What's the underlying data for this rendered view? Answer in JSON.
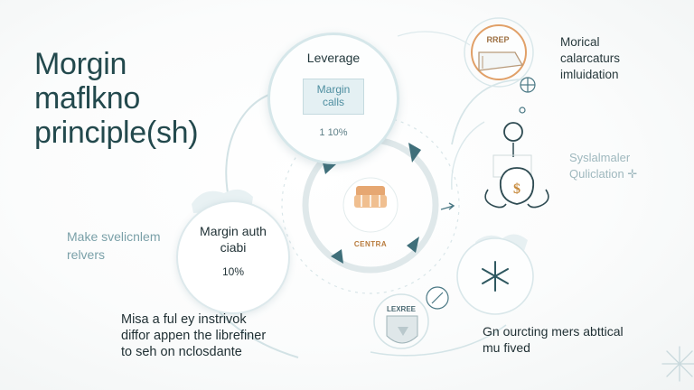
{
  "title": {
    "lines": [
      "Morgin",
      "maflkno",
      "principle(sh)"
    ]
  },
  "leverage_bubble": {
    "title": "Leverage",
    "card_lines": [
      "Margin",
      "calls"
    ],
    "value": "1 10%"
  },
  "margin_bubble": {
    "line1": "Margin auth",
    "line2": "ciabi",
    "value": "10%"
  },
  "center": {
    "label": "CENTRA"
  },
  "left_note": {
    "lines": [
      "Make svelicnlem",
      "relvers"
    ]
  },
  "bottom_left_text": {
    "lines": [
      "Misa a ful ey instrivok",
      "diffor appen the librefiner",
      "to seh on nclosdante"
    ]
  },
  "top_right": {
    "badge": "RREP",
    "lines": [
      "Morical",
      "calarcaturs",
      "imluidation"
    ]
  },
  "right_mid": {
    "lines": [
      "Syslalmaler",
      "Quliclation ✛"
    ]
  },
  "bottom_badge": {
    "label": "LEXREE"
  },
  "bottom_right_text": {
    "lines": [
      "Gn ourcting mers abttical",
      "mu fived"
    ]
  },
  "colors": {
    "teal": "#3f6f7a",
    "accent_orange": "#e1a068",
    "dollar": "#c78a3d",
    "ring": "#cfdfe2",
    "light_ring": "#d8e7ea"
  },
  "icons": [
    "moneybag-icon",
    "handshake-icon",
    "document-icon",
    "compass-icon",
    "shield-icon",
    "snowflake-icon",
    "plus-icon"
  ]
}
